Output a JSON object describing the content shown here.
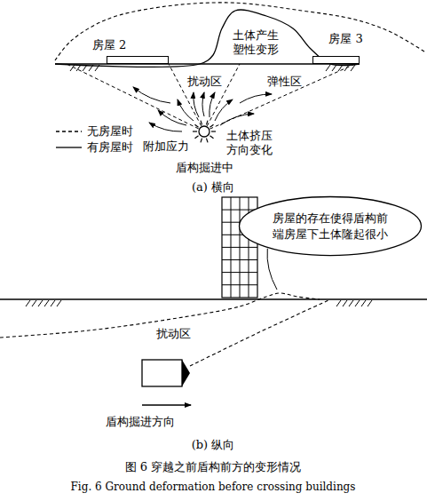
{
  "diagram": {
    "caption": "图 6 穿越之前盾构前方的变形情况",
    "nodes": [
      {
        "text": [
          "房屋 2"
        ]
      },
      {
        "text": [
          "房屋 3"
        ]
      },
      {
        "text": [
          "房屋的存在使得盾构前端房屋下土体隆起很小"
        ]
      }
    ],
    "labels": [
      "扰动区",
      "土体产生 塑性变形",
      "弹性区",
      "附加应力",
      "土体挤压 方向变化",
      "盾构掘进中",
      "(a) 横向",
      "扰动区",
      "盾构掘进方向",
      "(b) 纵向",
      "Fig. 6 Ground deformation before crossing buildings"
    ],
    "legend": [
      {
        "text": "无房屋时"
      },
      {
        "text": "有房屋时"
      }
    ]
  }
}
